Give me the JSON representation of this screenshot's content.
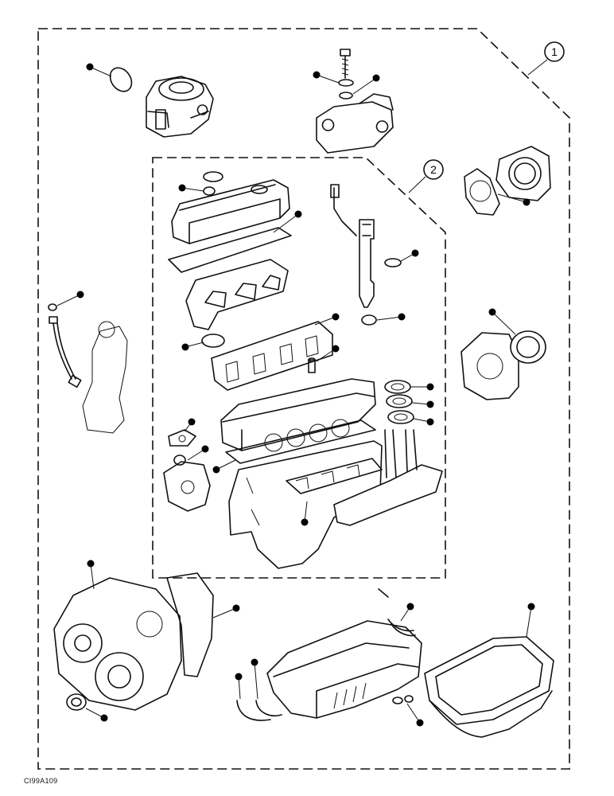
{
  "diagram": {
    "callouts": [
      "1",
      "2"
    ],
    "figure_code": "CI99A109"
  }
}
